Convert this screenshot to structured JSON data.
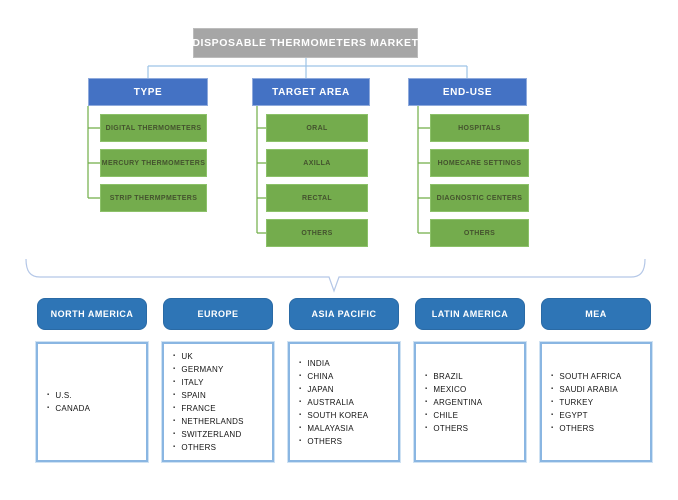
{
  "title": "DISPOSABLE THERMOMETERS MARKET",
  "segments": [
    {
      "label": "TYPE",
      "items": [
        "DIGITAL THERMOMETERS",
        "MERCURY THERMOMETERS",
        "STRIP THERMPMETERS"
      ]
    },
    {
      "label": "TARGET AREA",
      "items": [
        "ORAL",
        "AXILLA",
        "RECTAL",
        "OTHERS"
      ]
    },
    {
      "label": "END-USE",
      "items": [
        "HOSPITALS",
        "HOMECARE SETTINGS",
        "DIAGNOSTIC CENTERS",
        "OTHERS"
      ]
    }
  ],
  "regions": [
    {
      "label": "NORTH AMERICA",
      "countries": [
        "U.S.",
        "CANADA"
      ]
    },
    {
      "label": "EUROPE",
      "countries": [
        "UK",
        "GERMANY",
        "ITALY",
        "SPAIN",
        "FRANCE",
        "NETHERLANDS",
        "SWITZERLAND",
        "OTHERS"
      ]
    },
    {
      "label": "ASIA PACIFIC",
      "countries": [
        "INDIA",
        "CHINA",
        "JAPAN",
        "AUSTRALIA",
        "SOUTH KOREA",
        "MALAYASIA",
        "OTHERS"
      ]
    },
    {
      "label": "LATIN AMERICA",
      "countries": [
        "BRAZIL",
        "MEXICO",
        "ARGENTINA",
        "CHILE",
        "OTHERS"
      ]
    },
    {
      "label": "MEA",
      "countries": [
        "SOUTH AFRICA",
        "SAUDI ARABIA",
        "TURKEY",
        "EGYPT",
        "OTHERS"
      ]
    }
  ],
  "icons": {
    "bullet": "▪"
  },
  "colors": {
    "title_gray": "#A6A6A6",
    "segment_header_blue": "#4472C4",
    "segment_item_green": "#74AC4D",
    "region_header_blue": "#2E75B6",
    "connector_light_blue": "#9DC3E6",
    "brace_light_blue": "#B4C7E7",
    "green_connector": "#70AD47"
  }
}
